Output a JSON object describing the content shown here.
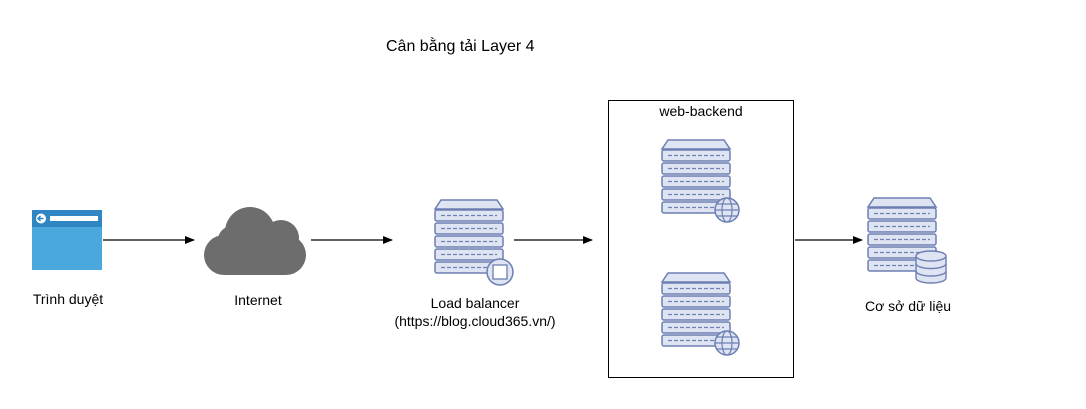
{
  "title": "Cân bằng tải Layer 4",
  "nodes": {
    "browser": {
      "label": "Trình duyệt"
    },
    "internet": {
      "label": "Internet"
    },
    "load_balancer": {
      "label": "Load balancer",
      "sublabel": "(https://blog.cloud365.vn/)"
    },
    "backend_group": {
      "label": "web-backend"
    },
    "database": {
      "label": "Cơ sở dữ liệu"
    }
  },
  "colors": {
    "server_fill": "#dfe4f3",
    "server_stroke": "#6d7fb3",
    "cloud": "#6d6d6d",
    "browser_blue": "#4aa8dc",
    "browser_dark": "#2f86c2"
  },
  "icons": {
    "browser": "browser-window-icon",
    "internet": "cloud-icon",
    "load_balancer": "server-with-proxy-icon",
    "backend": "web-server-globe-icon",
    "database": "database-server-icon"
  }
}
